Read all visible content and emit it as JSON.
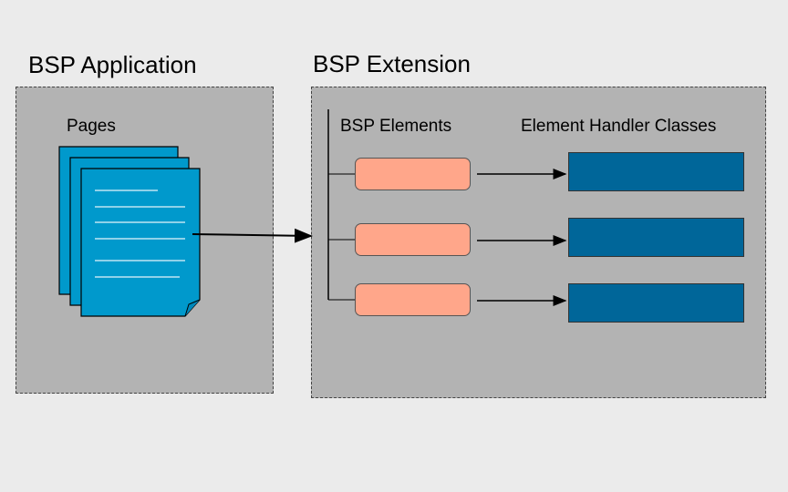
{
  "application": {
    "title": "BSP Application",
    "pages_label": "Pages"
  },
  "extension": {
    "title": "BSP Extension",
    "elements_label": "BSP Elements",
    "handlers_label": "Element Handler Classes",
    "element_count": 3
  },
  "colors": {
    "background": "#ebebeb",
    "panel": "#b3b3b3",
    "page_fill": "#0099cc",
    "element_fill": "#ffa68a",
    "handler_fill": "#006699"
  }
}
